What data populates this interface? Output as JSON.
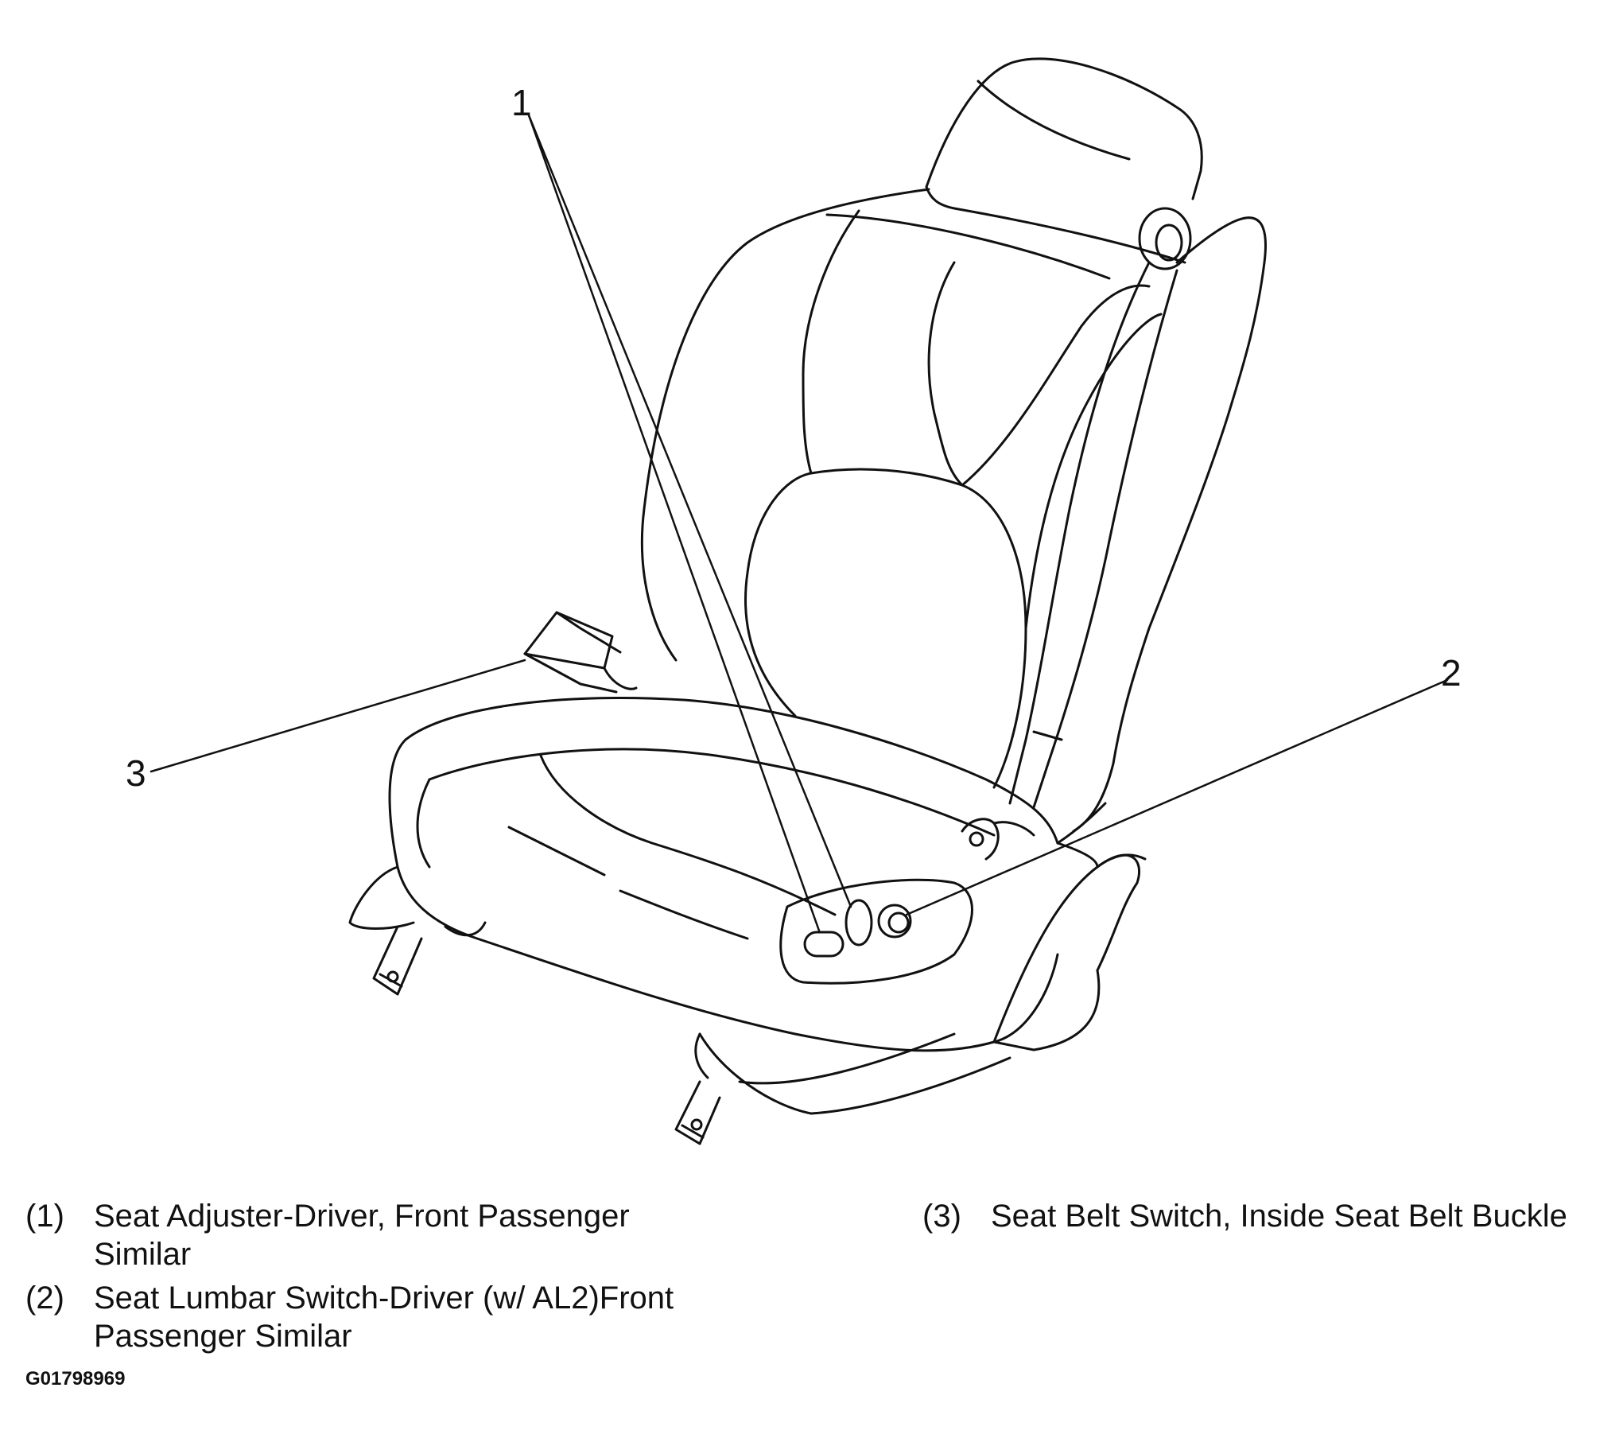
{
  "callouts": [
    {
      "number": "1"
    },
    {
      "number": "2"
    },
    {
      "number": "3"
    }
  ],
  "legend": [
    {
      "index": "(1)",
      "text": "Seat Adjuster-Driver, Front Passenger Similar"
    },
    {
      "index": "(2)",
      "text": "Seat Lumbar Switch-Driver (w/ AL2)Front Passenger Similar"
    },
    {
      "index": "(3)",
      "text": "Seat Belt Switch, Inside Seat Belt Buckle"
    }
  ],
  "figure_code": "G01798969",
  "colors": {
    "line": "#111111",
    "background": "#ffffff"
  }
}
